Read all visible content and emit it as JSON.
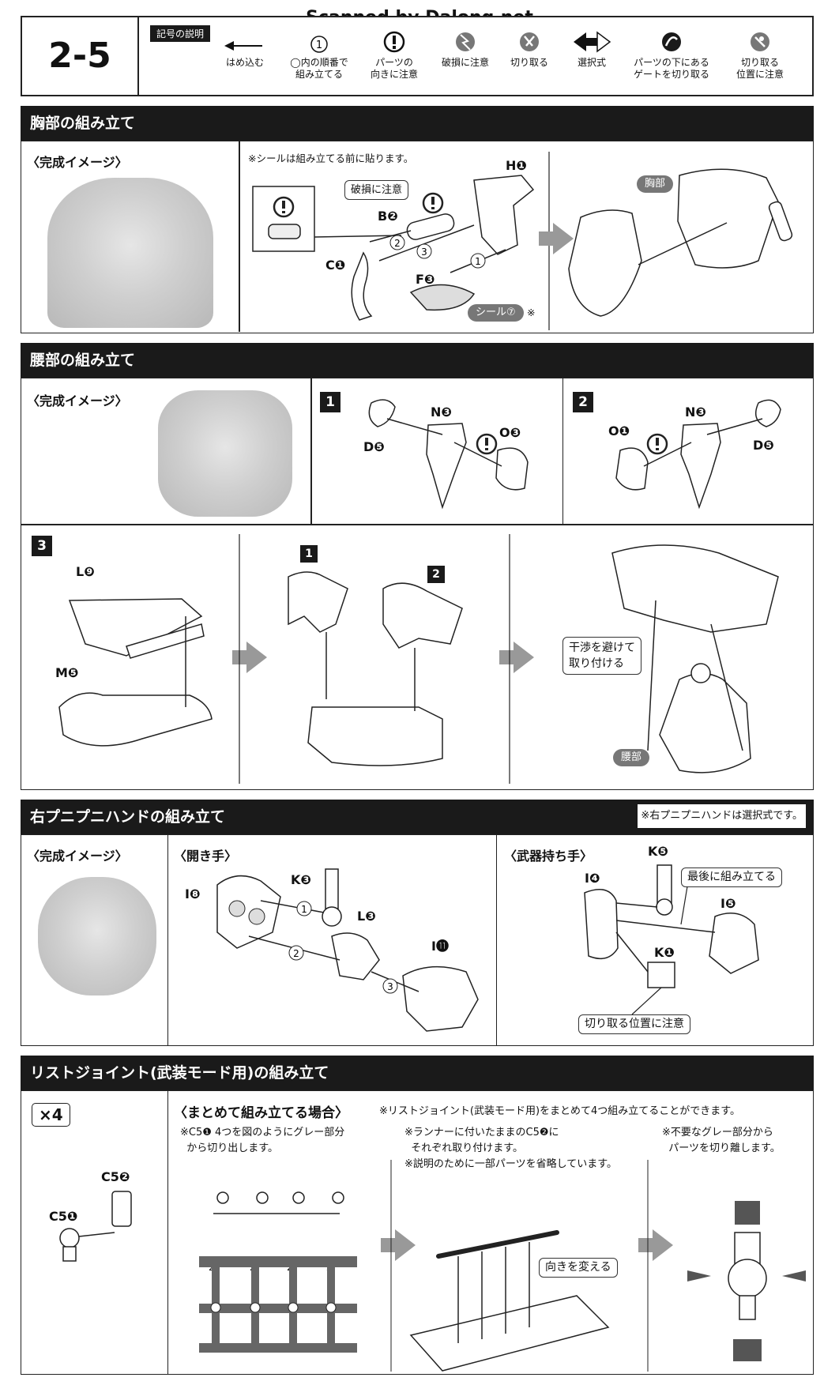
{
  "watermark": "Scanned by Dalong.net",
  "header": {
    "step": "2-5",
    "legend_title": "記号の説明",
    "symbols": [
      {
        "label": "はめ込む",
        "icon": "arrow-left-icon"
      },
      {
        "label": "◯内の順番で\n組み立てる",
        "icon": "circled-one-icon"
      },
      {
        "label": "パーツの\n向きに注意",
        "icon": "exclamation-icon"
      },
      {
        "label": "破損に注意",
        "icon": "broken-icon"
      },
      {
        "label": "切り取る",
        "icon": "nipper-icon"
      },
      {
        "label": "選択式",
        "icon": "double-arrow-icon"
      },
      {
        "label": "パーツの下にある\nゲートを切り取る",
        "icon": "gate-cut-icon"
      },
      {
        "label": "切り取る\n位置に注意",
        "icon": "cut-position-icon"
      }
    ]
  },
  "chest": {
    "title": "胸部の組み立て",
    "complete_label": "〈完成イメージ〉",
    "sticker_note": "※シールは組み立てる前に貼ります。",
    "damage_callout": "破損に注意",
    "parts": {
      "h": "H❶",
      "b": "B❷",
      "c": "C❶",
      "f": "F❸"
    },
    "steps": [
      "1",
      "2",
      "3"
    ],
    "sticker": "シール⑦",
    "sticker_mark": "※",
    "chest_tag": "胸部"
  },
  "waist": {
    "title": "腰部の組み立て",
    "complete_label": "〈完成イメージ〉",
    "step1": {
      "num": "1",
      "d": "D❺",
      "n": "N❸",
      "o": "O❸"
    },
    "step2": {
      "num": "2",
      "o": "O❶",
      "n": "N❸",
      "d": "D❺"
    },
    "step3": {
      "num": "3",
      "l": "L❾",
      "m": "M❺",
      "sub1": "1",
      "sub2": "2"
    },
    "interference_callout": "干渉を避けて\n取り付ける",
    "waist_tag": "腰部"
  },
  "hand": {
    "title": "右プニプニハンドの組み立て",
    "note": "※右プニプニハンドは選択式です。",
    "complete_label": "〈完成イメージ〉",
    "open_label": "〈開き手〉",
    "open_parts": {
      "i8": "I❽",
      "k3": "K❸",
      "l3": "L❸",
      "i11": "I⓫"
    },
    "open_steps": [
      "1",
      "2",
      "3"
    ],
    "weapon_label": "〈武器持ち手〉",
    "weapon_parts": {
      "i4": "I❹",
      "k5": "K❺",
      "i5": "I❺",
      "k1": "K❶"
    },
    "last_callout": "最後に組み立てる",
    "cut_callout": "切り取る位置に注意"
  },
  "wrist": {
    "title": "リストジョイント(武装モード用)の組み立て",
    "times": "×4",
    "parts": {
      "c5_2": "C5❷",
      "c5_1": "C5❶"
    },
    "batch_label": "〈まとめて組み立てる場合〉",
    "batch_note": "※リストジョイント(武装モード用)をまとめて4つ組み立てることができます。",
    "col1": "※C5❶ 4つを図のようにグレー部分\n  から切り出します。",
    "col2": "※ランナーに付いたままのC5❷に\n  それぞれ取り付けます。\n※説明のために一部パーツを省略しています。",
    "col3": "※不要なグレー部分から\n  パーツを切り離します。",
    "direction_callout": "向きを変える",
    "runner_nums": [
      "2",
      "2",
      "2",
      "2"
    ]
  }
}
